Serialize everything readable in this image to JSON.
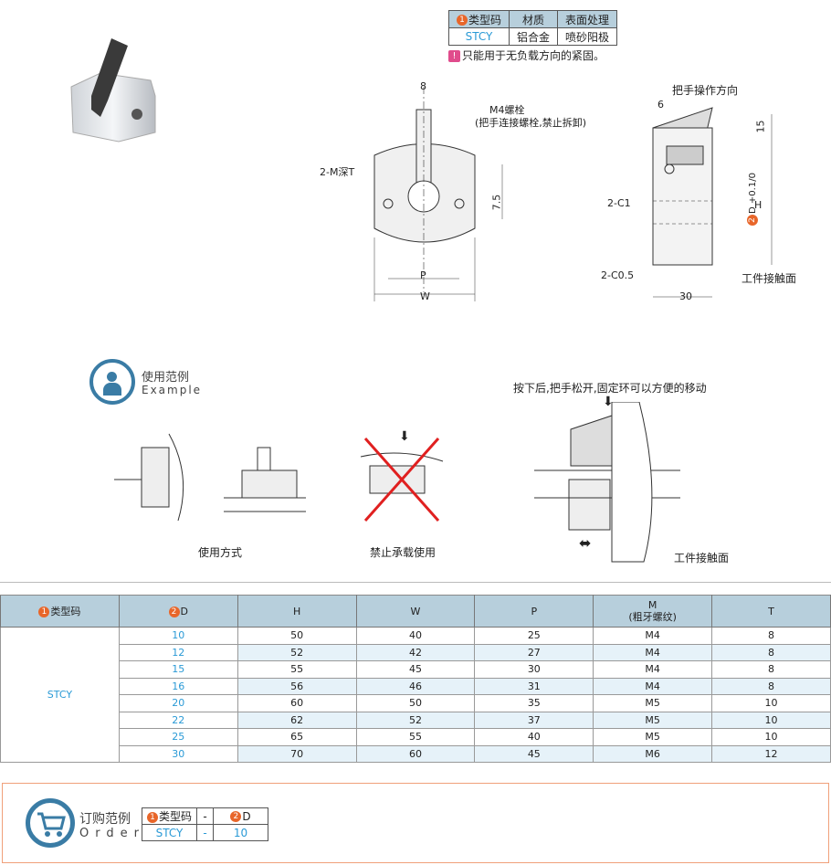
{
  "material_table": {
    "headers": [
      "类型码",
      "材质",
      "表面处理"
    ],
    "header_num": "1",
    "row": [
      "STCY",
      "铝合金",
      "喷砂阳极"
    ]
  },
  "note": {
    "icon": "warning-icon",
    "text": "只能用于无负载方向的紧固。"
  },
  "front_view": {
    "dim_8": "8",
    "bolt": "M4螺栓",
    "bolt_note": "(把手连接螺栓,禁止拆卸)",
    "tap": "2-M深T",
    "dim_75": "7.5",
    "dim_p": "P",
    "dim_w": "W"
  },
  "side_view": {
    "handle_dir": "把手操作方向",
    "dim_6": "6",
    "dim_15": "15",
    "c1": "2-C1",
    "dim_h": "H",
    "dim_d": "D",
    "d_num": "2",
    "tol_upper": "+0.1",
    "tol_lower": "0",
    "c05": "2-C0.5",
    "dim_30": "30",
    "contact": "工件接触面"
  },
  "example": {
    "title": "使用范例",
    "subtitle": "Example",
    "usage": "使用方式",
    "forbidden": "禁止承载使用",
    "press_note": "按下后,把手松开,固定环可以方便的移动",
    "contact": "工件接触面"
  },
  "spec_table": {
    "headers": [
      "类型码",
      "D",
      "H",
      "W",
      "P",
      "M",
      "(粗牙螺纹)",
      "T"
    ],
    "type_code": "STCY",
    "rows": [
      [
        "10",
        "50",
        "40",
        "25",
        "M4",
        "8"
      ],
      [
        "12",
        "52",
        "42",
        "27",
        "M4",
        "8"
      ],
      [
        "15",
        "55",
        "45",
        "30",
        "M4",
        "8"
      ],
      [
        "16",
        "56",
        "46",
        "31",
        "M4",
        "8"
      ],
      [
        "20",
        "60",
        "50",
        "35",
        "M5",
        "10"
      ],
      [
        "22",
        "62",
        "52",
        "37",
        "M5",
        "10"
      ],
      [
        "25",
        "65",
        "55",
        "40",
        "M5",
        "10"
      ],
      [
        "30",
        "70",
        "60",
        "45",
        "M6",
        "12"
      ]
    ]
  },
  "order": {
    "title": "订购范例",
    "subtitle": "Order",
    "headers": [
      "类型码",
      "-",
      "D"
    ],
    "row": [
      "STCY",
      "-",
      "10"
    ]
  },
  "colors": {
    "header_bg": "#b7cfdc",
    "accent_blue": "#2a9ad6",
    "badge_orange": "#e8662a",
    "order_border": "#f0a07a",
    "icon_blue": "#3a7ca5"
  }
}
